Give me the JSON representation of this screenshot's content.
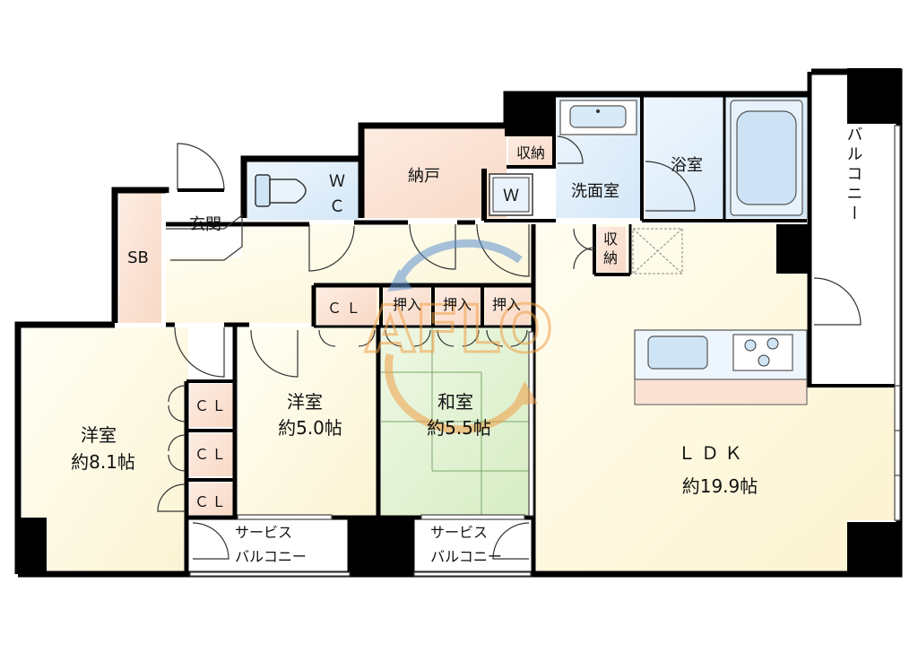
{
  "rooms": {
    "western_left": {
      "name": "洋室",
      "size": "約8.1帖"
    },
    "western_mid": {
      "name": "洋室",
      "size": "約5.0帖"
    },
    "japanese": {
      "name": "和室",
      "size": "約5.5帖"
    },
    "ldk": {
      "name": "ＬＤＫ",
      "size": "約19.9帖"
    },
    "entrance": "玄関",
    "shoe_box": "SB",
    "wc_line1": "Ｗ",
    "wc_line2": "Ｃ",
    "storeroom": "納戸",
    "washroom": "洗面室",
    "washer": "Ｗ",
    "bath": "浴室",
    "balcony": "バルコニー",
    "storage_top_line1": "収",
    "storage_top_line2": "納",
    "storage_small": "収納",
    "closet": "ＣＬ",
    "oshiire": "押入",
    "service_balcony_line1": "サービス",
    "service_balcony_line2": "バルコニー"
  },
  "watermark": "AFLO",
  "colors": {
    "wall": "#000000",
    "ldk_floor": "#fdf8df",
    "western_floor": "#fdf9e3",
    "japanese_floor": "#e4f3d6",
    "wet_area_floor": "#dcecf8",
    "storeroom_floor": "#fbe3d4",
    "watermark_blue": "#5f93cf",
    "watermark_orange": "#f0a048"
  }
}
